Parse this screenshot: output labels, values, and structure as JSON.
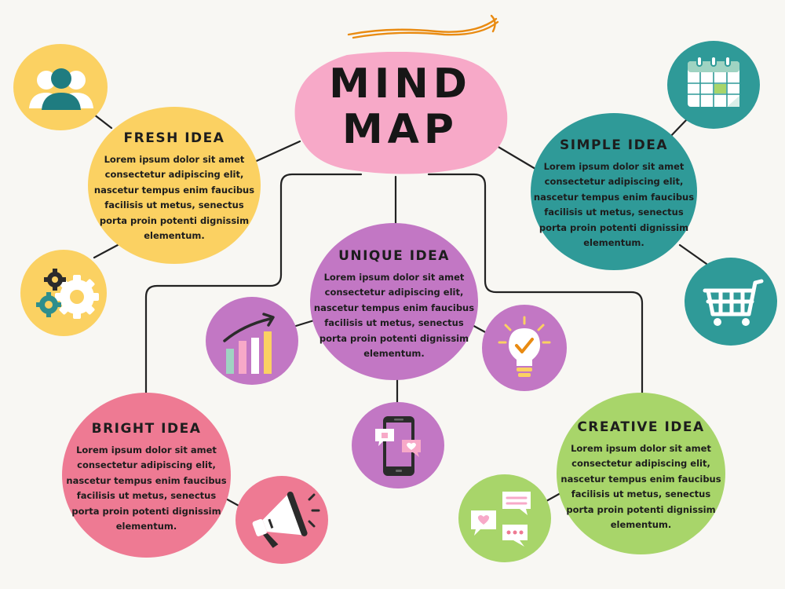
{
  "title": {
    "line1": "MIND",
    "line2": "MAP"
  },
  "colors": {
    "background": "#f8f7f3",
    "title_blob": "#f7a9c8",
    "yellow": "#fbd162",
    "teal": "#2f9a98",
    "purple": "#c277c4",
    "pink": "#ee7a93",
    "green": "#a8d56a",
    "accent_orange": "#e98b12"
  },
  "nodes": {
    "fresh": {
      "heading": "FRESH IDEA",
      "body": [
        "Lorem ipsum dolor sit amet",
        "consectetur adipiscing elit,",
        "nascetur tempus enim faucibus",
        "facilisis ut metus, senectus",
        "porta proin potenti dignissim",
        "elementum."
      ]
    },
    "simple": {
      "heading": "SIMPLE IDEA",
      "body": [
        "Lorem ipsum dolor sit amet",
        "consectetur adipiscing elit,",
        "nascetur tempus enim faucibus",
        "facilisis ut metus, senectus",
        "porta proin potenti dignissim",
        "elementum."
      ]
    },
    "unique": {
      "heading": "UNIQUE IDEA",
      "body": [
        "Lorem ipsum dolor sit amet",
        "consectetur adipiscing elit,",
        "nascetur tempus enim faucibus",
        "facilisis ut metus, senectus",
        "porta proin potenti dignissim",
        "elementum."
      ]
    },
    "bright": {
      "heading": "BRIGHT IDEA",
      "body": [
        "Lorem ipsum dolor sit amet",
        "consectetur adipiscing elit,",
        "nascetur tempus enim faucibus",
        "facilisis ut metus, senectus",
        "porta proin potenti dignissim",
        "elementum."
      ]
    },
    "creative": {
      "heading": "CREATIVE IDEA",
      "body": [
        "Lorem ipsum dolor sit amet",
        "consectetur adipiscing elit,",
        "nascetur tempus enim faucibus",
        "facilisis ut metus, senectus",
        "porta proin potenti dignissim",
        "elementum."
      ]
    }
  },
  "icons": [
    "team-icon",
    "gears-icon",
    "calendar-icon",
    "shopping-cart-icon",
    "growth-chart-icon",
    "lightbulb-icon",
    "smartphone-icon",
    "megaphone-icon",
    "chat-bubbles-icon"
  ]
}
